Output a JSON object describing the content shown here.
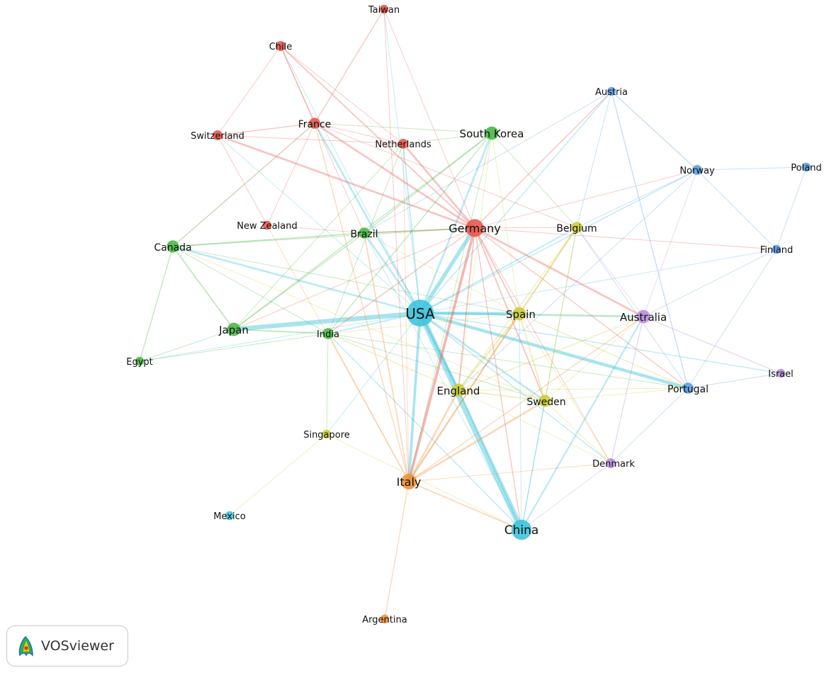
{
  "network": {
    "clusters": {
      "red": "#e8584e",
      "green": "#4cb848",
      "cyan": "#3fc4dc",
      "yellow": "#cdce3a",
      "purple": "#b98ede",
      "blue": "#5b9ee0",
      "orange": "#f0913a"
    },
    "nodes": [
      {
        "id": "usa",
        "label": "USA",
        "cluster": "cyan",
        "weight": 10
      },
      {
        "id": "germany",
        "label": "Germany",
        "cluster": "red",
        "weight": 6
      },
      {
        "id": "china",
        "label": "China",
        "cluster": "cyan",
        "weight": 7
      },
      {
        "id": "italy",
        "label": "Italy",
        "cluster": "orange",
        "weight": 5
      },
      {
        "id": "spain",
        "label": "Spain",
        "cluster": "yellow",
        "weight": 4
      },
      {
        "id": "australia",
        "label": "Australia",
        "cluster": "purple",
        "weight": 4
      },
      {
        "id": "england",
        "label": "England",
        "cluster": "yellow",
        "weight": 4
      },
      {
        "id": "sweden",
        "label": "Sweden",
        "cluster": "yellow",
        "weight": 3.5
      },
      {
        "id": "japan",
        "label": "Japan",
        "cluster": "green",
        "weight": 4
      },
      {
        "id": "south-korea",
        "label": "South Korea",
        "cluster": "green",
        "weight": 4
      },
      {
        "id": "canada",
        "label": "Canada",
        "cluster": "green",
        "weight": 3.5
      },
      {
        "id": "brazil",
        "label": "Brazil",
        "cluster": "green",
        "weight": 3
      },
      {
        "id": "india",
        "label": "India",
        "cluster": "green",
        "weight": 3
      },
      {
        "id": "france",
        "label": "France",
        "cluster": "red",
        "weight": 3
      },
      {
        "id": "portugal",
        "label": "Portugal",
        "cluster": "blue",
        "weight": 3
      },
      {
        "id": "belgium",
        "label": "Belgium",
        "cluster": "yellow",
        "weight": 3
      },
      {
        "id": "netherlands",
        "label": "Netherlands",
        "cluster": "red",
        "weight": 2.5
      },
      {
        "id": "switzerland",
        "label": "Switzerland",
        "cluster": "red",
        "weight": 2.5
      },
      {
        "id": "chile",
        "label": "Chile",
        "cluster": "red",
        "weight": 2.5
      },
      {
        "id": "new-zealand",
        "label": "New Zealand",
        "cluster": "red",
        "weight": 2
      },
      {
        "id": "taiwan",
        "label": "Taiwan",
        "cluster": "red",
        "weight": 2
      },
      {
        "id": "austria",
        "label": "Austria",
        "cluster": "blue",
        "weight": 2
      },
      {
        "id": "norway",
        "label": "Norway",
        "cluster": "blue",
        "weight": 2.5
      },
      {
        "id": "poland",
        "label": "Poland",
        "cluster": "blue",
        "weight": 2
      },
      {
        "id": "finland",
        "label": "Finland",
        "cluster": "blue",
        "weight": 2
      },
      {
        "id": "denmark",
        "label": "Denmark",
        "cluster": "purple",
        "weight": 2.5
      },
      {
        "id": "israel",
        "label": "Israel",
        "cluster": "purple",
        "weight": 2
      },
      {
        "id": "egypt",
        "label": "Egypt",
        "cluster": "green",
        "weight": 2
      },
      {
        "id": "singapore",
        "label": "Singapore",
        "cluster": "yellow",
        "weight": 2
      },
      {
        "id": "mexico",
        "label": "Mexico",
        "cluster": "cyan",
        "weight": 2
      },
      {
        "id": "argentina",
        "label": "Argentina",
        "cluster": "orange",
        "weight": 2
      }
    ],
    "links": [
      [
        "usa",
        "china",
        9
      ],
      [
        "usa",
        "japan",
        7
      ],
      [
        "usa",
        "germany",
        6
      ],
      [
        "usa",
        "spain",
        5
      ],
      [
        "usa",
        "portugal",
        5
      ],
      [
        "usa",
        "italy",
        4
      ],
      [
        "usa",
        "england",
        4
      ],
      [
        "usa",
        "canada",
        3
      ],
      [
        "usa",
        "sweden",
        3
      ],
      [
        "usa",
        "australia",
        3
      ],
      [
        "usa",
        "south-korea",
        3
      ],
      [
        "usa",
        "brazil",
        3
      ],
      [
        "usa",
        "france",
        3
      ],
      [
        "usa",
        "belgium",
        2
      ],
      [
        "usa",
        "india",
        2
      ],
      [
        "usa",
        "netherlands",
        2
      ],
      [
        "usa",
        "denmark",
        1.5
      ],
      [
        "usa",
        "israel",
        1.5
      ],
      [
        "usa",
        "norway",
        1.5
      ],
      [
        "usa",
        "austria",
        1.5
      ],
      [
        "usa",
        "switzerland",
        1
      ],
      [
        "usa",
        "egypt",
        1
      ],
      [
        "usa",
        "singapore",
        1
      ],
      [
        "usa",
        "chile",
        1
      ],
      [
        "usa",
        "taiwan",
        1
      ],
      [
        "usa",
        "finland",
        1
      ],
      [
        "germany",
        "italy",
        4
      ],
      [
        "germany",
        "france",
        3
      ],
      [
        "germany",
        "switzerland",
        3
      ],
      [
        "germany",
        "netherlands",
        3
      ],
      [
        "germany",
        "australia",
        3
      ],
      [
        "germany",
        "spain",
        2
      ],
      [
        "germany",
        "england",
        2
      ],
      [
        "germany",
        "sweden",
        2
      ],
      [
        "germany",
        "chile",
        2
      ],
      [
        "germany",
        "brazil",
        2
      ],
      [
        "germany",
        "india",
        1.5
      ],
      [
        "germany",
        "portugal",
        1.5
      ],
      [
        "germany",
        "china",
        1.5
      ],
      [
        "germany",
        "austria",
        1.5
      ],
      [
        "germany",
        "norway",
        1
      ],
      [
        "germany",
        "belgium",
        1
      ],
      [
        "germany",
        "japan",
        1
      ],
      [
        "germany",
        "taiwan",
        1
      ],
      [
        "germany",
        "denmark",
        1
      ],
      [
        "germany",
        "finland",
        1
      ],
      [
        "italy",
        "england",
        3
      ],
      [
        "italy",
        "sweden",
        3
      ],
      [
        "italy",
        "spain",
        2.5
      ],
      [
        "italy",
        "china",
        2
      ],
      [
        "italy",
        "australia",
        1.5
      ],
      [
        "italy",
        "argentina",
        1.5
      ],
      [
        "italy",
        "brazil",
        2
      ],
      [
        "italy",
        "india",
        1.5
      ],
      [
        "italy",
        "new-zealand",
        1
      ],
      [
        "italy",
        "belgium",
        1.5
      ],
      [
        "italy",
        "denmark",
        1
      ],
      [
        "italy",
        "france",
        1.5
      ],
      [
        "italy",
        "netherlands",
        1
      ],
      [
        "china",
        "australia",
        2.5
      ],
      [
        "china",
        "england",
        2
      ],
      [
        "china",
        "india",
        1.5
      ],
      [
        "china",
        "sweden",
        1.5
      ],
      [
        "china",
        "belgium",
        1
      ],
      [
        "china",
        "spain",
        1
      ],
      [
        "china",
        "brazil",
        1
      ],
      [
        "spain",
        "england",
        2.5
      ],
      [
        "spain",
        "sweden",
        2
      ],
      [
        "spain",
        "belgium",
        2
      ],
      [
        "spain",
        "australia",
        1.5
      ],
      [
        "spain",
        "portugal",
        1.5
      ],
      [
        "spain",
        "denmark",
        1
      ],
      [
        "spain",
        "brazil",
        1
      ],
      [
        "spain",
        "india",
        1
      ],
      [
        "spain",
        "south-korea",
        1
      ],
      [
        "england",
        "sweden",
        2
      ],
      [
        "england",
        "belgium",
        1.5
      ],
      [
        "england",
        "australia",
        1.5
      ],
      [
        "england",
        "india",
        1.5
      ],
      [
        "england",
        "portugal",
        1
      ],
      [
        "england",
        "south-korea",
        1
      ],
      [
        "england",
        "denmark",
        1
      ],
      [
        "sweden",
        "belgium",
        1.5
      ],
      [
        "sweden",
        "denmark",
        1
      ],
      [
        "sweden",
        "portugal",
        1
      ],
      [
        "sweden",
        "canada",
        1
      ],
      [
        "sweden",
        "australia",
        1
      ],
      [
        "australia",
        "denmark",
        1.5
      ],
      [
        "australia",
        "israel",
        1.5
      ],
      [
        "australia",
        "belgium",
        1
      ],
      [
        "australia",
        "norway",
        1
      ],
      [
        "japan",
        "india",
        2
      ],
      [
        "japan",
        "canada",
        2
      ],
      [
        "japan",
        "brazil",
        1.5
      ],
      [
        "japan",
        "south-korea",
        1.5
      ],
      [
        "japan",
        "netherlands",
        1
      ],
      [
        "canada",
        "brazil",
        2
      ],
      [
        "canada",
        "egypt",
        1.5
      ],
      [
        "canada",
        "india",
        1
      ],
      [
        "canada",
        "france",
        1
      ],
      [
        "canada",
        "germany",
        1
      ],
      [
        "canada",
        "spain",
        1
      ],
      [
        "egypt",
        "japan",
        1
      ],
      [
        "egypt",
        "india",
        1
      ],
      [
        "brazil",
        "south-korea",
        1.5
      ],
      [
        "brazil",
        "germany",
        1.5
      ],
      [
        "india",
        "south-korea",
        1.5
      ],
      [
        "india",
        "netherlands",
        1
      ],
      [
        "india",
        "singapore",
        1
      ],
      [
        "india",
        "sweden",
        1
      ],
      [
        "india",
        "portugal",
        1
      ],
      [
        "south-korea",
        "france",
        1
      ],
      [
        "south-korea",
        "netherlands",
        1
      ],
      [
        "south-korea",
        "belgium",
        1
      ],
      [
        "south-korea",
        "italy",
        1
      ],
      [
        "france",
        "switzerland",
        1.5
      ],
      [
        "france",
        "netherlands",
        1
      ],
      [
        "france",
        "chile",
        1.5
      ],
      [
        "france",
        "taiwan",
        1.5
      ],
      [
        "france",
        "canada",
        1
      ],
      [
        "france",
        "belgium",
        1
      ],
      [
        "france",
        "new-zealand",
        1
      ],
      [
        "switzerland",
        "chile",
        1
      ],
      [
        "switzerland",
        "netherlands",
        1
      ],
      [
        "switzerland",
        "new-zealand",
        1
      ],
      [
        "chile",
        "netherlands",
        1
      ],
      [
        "chile",
        "brazil",
        1
      ],
      [
        "new-zealand",
        "brazil",
        1
      ],
      [
        "taiwan",
        "italy",
        1
      ],
      [
        "austria",
        "portugal",
        1.5
      ],
      [
        "austria",
        "norway",
        1.5
      ],
      [
        "austria",
        "belgium",
        1
      ],
      [
        "austria",
        "brazil",
        1
      ],
      [
        "norway",
        "poland",
        1
      ],
      [
        "norway",
        "finland",
        1
      ],
      [
        "norway",
        "england",
        1
      ],
      [
        "norway",
        "belgium",
        1
      ],
      [
        "finland",
        "poland",
        1
      ],
      [
        "finland",
        "portugal",
        1
      ],
      [
        "finland",
        "australia",
        1
      ],
      [
        "portugal",
        "denmark",
        1
      ],
      [
        "portugal",
        "israel",
        1
      ],
      [
        "portugal",
        "belgium",
        1
      ],
      [
        "singapore",
        "mexico",
        1
      ],
      [
        "singapore",
        "china",
        1
      ],
      [
        "denmark",
        "china",
        1
      ]
    ]
  },
  "badge": {
    "label": "VOSviewer"
  }
}
